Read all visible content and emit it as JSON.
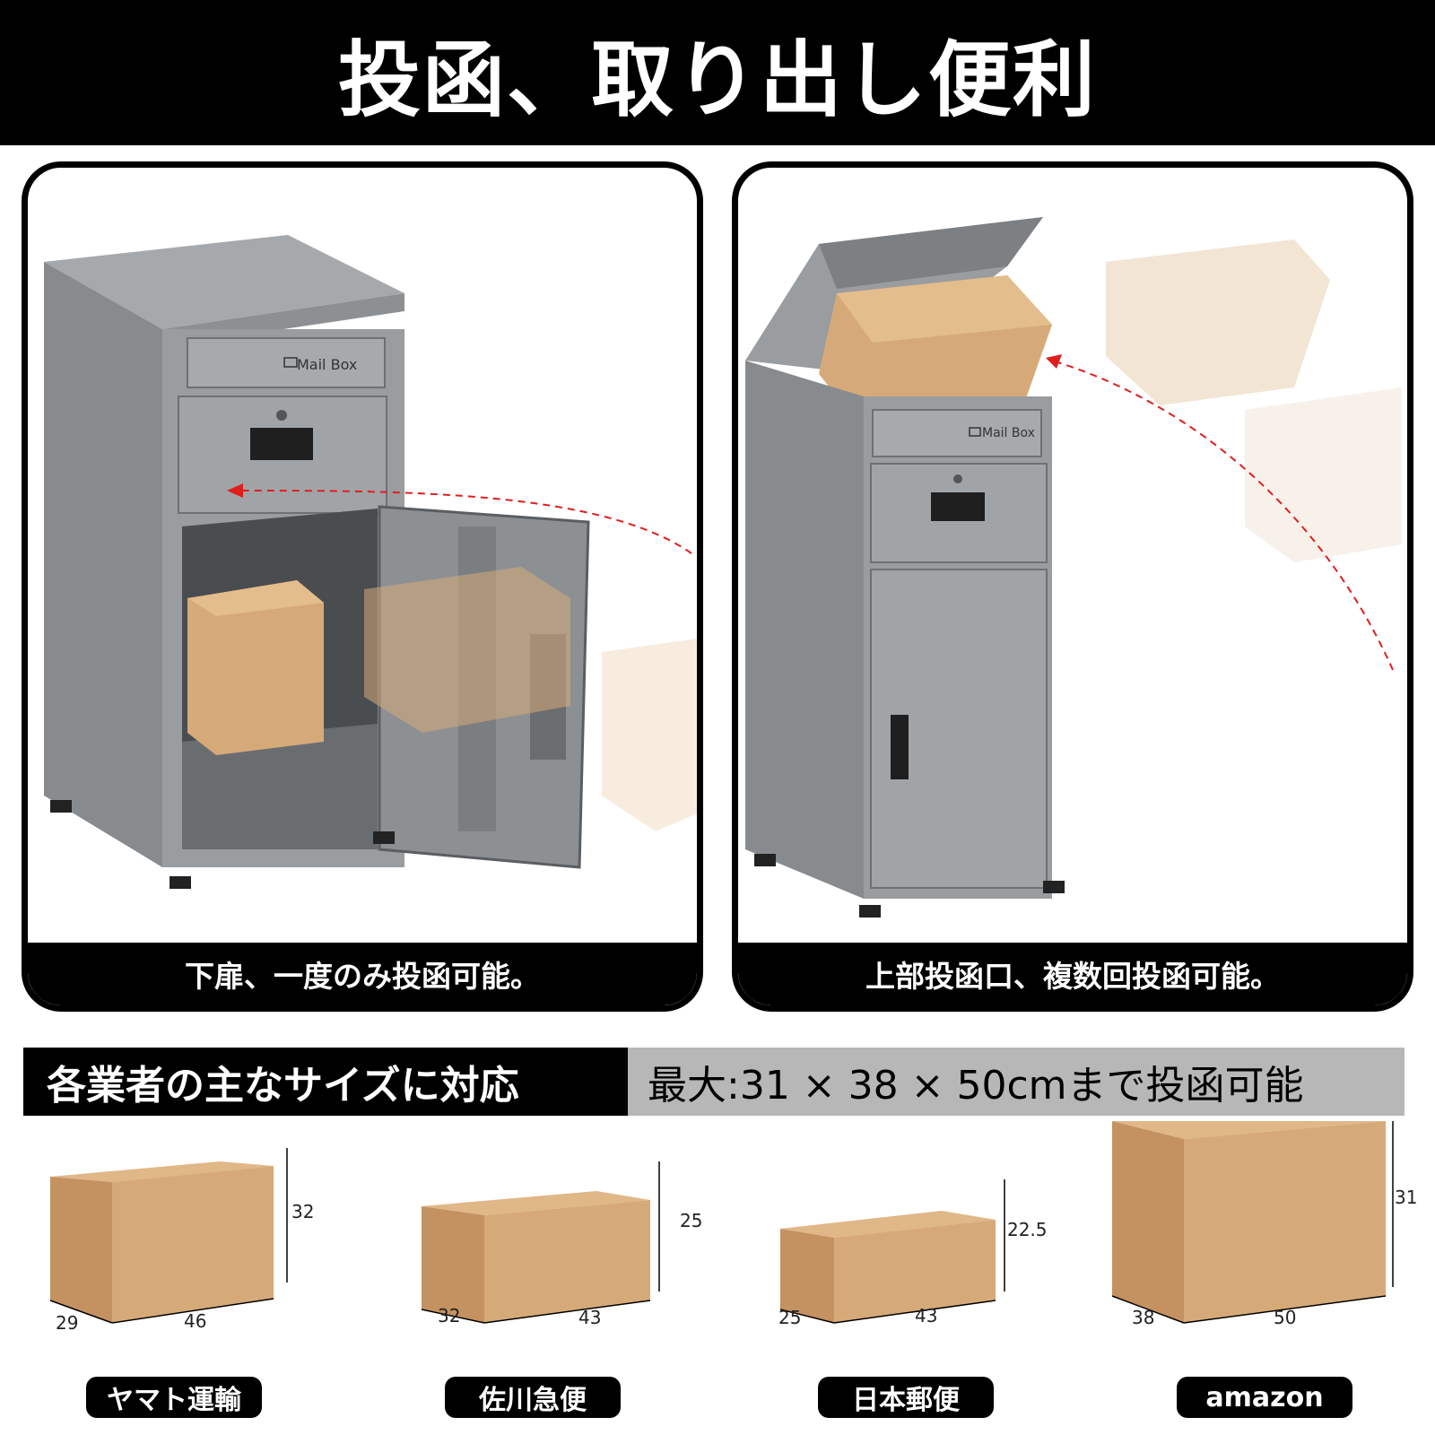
{
  "header": {
    "title": "投函、取り出し便利"
  },
  "panels": [
    {
      "caption": "下扉、一度のみ投函可能。",
      "mailbox_label": "Mail Box"
    },
    {
      "caption": "上部投函口、複数回投函可能。",
      "mailbox_label": "Mail Box"
    }
  ],
  "size_band": {
    "left_text": "各業者の主なサイズに対応",
    "right_text": "最大:31 × 38 × 50cmまで投函可能"
  },
  "boxes": [
    {
      "carrier": "ヤマト運輸",
      "depth": "29",
      "width": "46",
      "height": "32"
    },
    {
      "carrier": "佐川急便",
      "depth": "32",
      "width": "43",
      "height": "25"
    },
    {
      "carrier": "日本郵便",
      "depth": "25",
      "width": "43",
      "height": "22.5"
    },
    {
      "carrier": "amazon",
      "depth": "38",
      "width": "50",
      "height": "31"
    }
  ],
  "colors": {
    "body_gray": "#9a9da0",
    "dark_gray": "#5b5e61",
    "cardboard": "#d6aa78",
    "cardboard_dark": "#c49160",
    "arrow_red": "#e01e1e"
  }
}
